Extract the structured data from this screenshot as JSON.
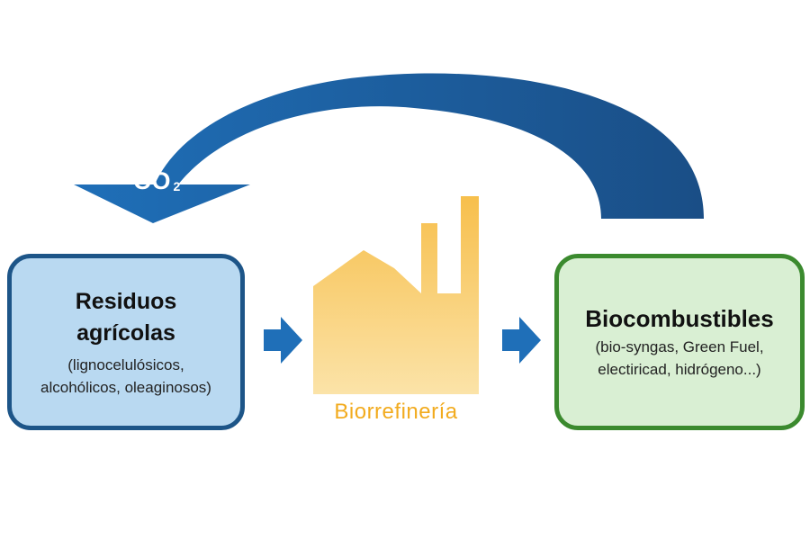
{
  "colors": {
    "left_fill": "#b9d9f1",
    "left_border": "#1d5588",
    "right_fill": "#d9efd3",
    "right_border": "#3b8a2e",
    "arrow_blue": "#1f6fb8",
    "arrow_dark": "#1a4e86",
    "factory": "#f7bf4c",
    "factory_label": "#f2ab1e"
  },
  "diagram": {
    "cycle_arrow": {
      "label": "CO",
      "subscript": "2"
    },
    "left_box": {
      "title_line1": "Residuos",
      "title_line2": "agrícolas",
      "sub_line1": "(lignocelulósicos,",
      "sub_line2": "alcohólicos, oleaginosos)"
    },
    "factory": {
      "label": "Biorrefinería"
    },
    "right_box": {
      "title": "Biocombustibles",
      "sub_line1": "(bio-syngas, Green Fuel,",
      "sub_line2": "electiricad, hidrógeno...)"
    }
  }
}
